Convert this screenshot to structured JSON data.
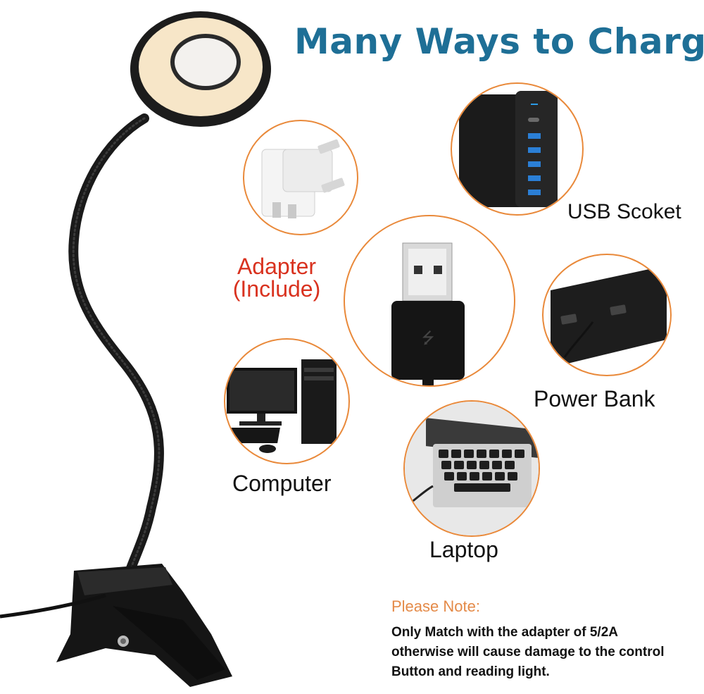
{
  "title": "Many Ways to Charge",
  "labels": {
    "usb_socket": "USB Scoket",
    "adapter_line1": "Adapter",
    "adapter_line2": "(Include)",
    "power_bank": "Power Bank",
    "computer": "Computer",
    "laptop": "Laptop"
  },
  "note": {
    "title": "Please Note:",
    "lines": [
      "Only Match with the adapter of 5/2A",
      "otherwise  will cause damage to the control",
      "Button and reading light."
    ]
  },
  "colors": {
    "title": "#1e6f96",
    "circle_border": "#e9893a",
    "adapter_label": "#d9321f",
    "note_title": "#e48a48"
  }
}
